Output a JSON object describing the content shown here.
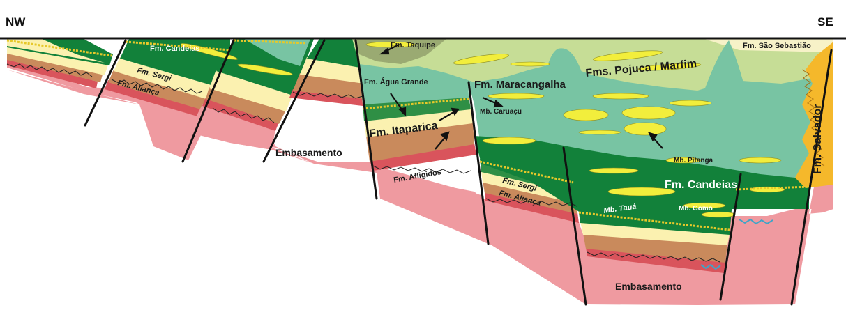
{
  "directions": {
    "left": "NW",
    "right": "SE"
  },
  "formations": {
    "candeias_top_left": "Fm. Candeias",
    "sergi_left": "Fm. Sergi",
    "alianca_left": "Fm. Aliança",
    "taquipe": "Fm. Taquipe",
    "sao_sebastiao": "Fm. São Sebastião",
    "agua_grande": "Fm. Água Grande",
    "maracangalha": "Fm. Maracangalha",
    "pojuca_marfim": "Fms. Pojuca / Marfim",
    "caruacu": "Mb. Caruaçu",
    "itaparica": "Fm. Itaparica",
    "afligidos": "Fm. Afligidos",
    "pitanga": "Mb. Pitanga",
    "salvador": "Fm. Salvador",
    "candeias_main": "Fm. Candeias",
    "sergi_mid": "Fm. Sergi",
    "alianca_mid": "Fm. Aliança",
    "gomo": "Mb. Gomo",
    "taua": "Mb. Tauá",
    "embasamento_left": "Embasamento",
    "embasamento_right": "Embasamento"
  },
  "colors": {
    "basement": "#ef9aa0",
    "alianca": "#c98a5c",
    "afligidos": "#d9545c",
    "sergi": "#fbf1b0",
    "candeias": "#12813a",
    "itaparica_green": "#2f8f45",
    "maracangalha": "#78c4a3",
    "pojuca": "#c6dd96",
    "taquipe": "#9aaa72",
    "sandstone": "#f2ee3c",
    "salvador": "#f5b82b",
    "sao_sebastiao": "#f7f2c8",
    "fault": "#111111"
  }
}
